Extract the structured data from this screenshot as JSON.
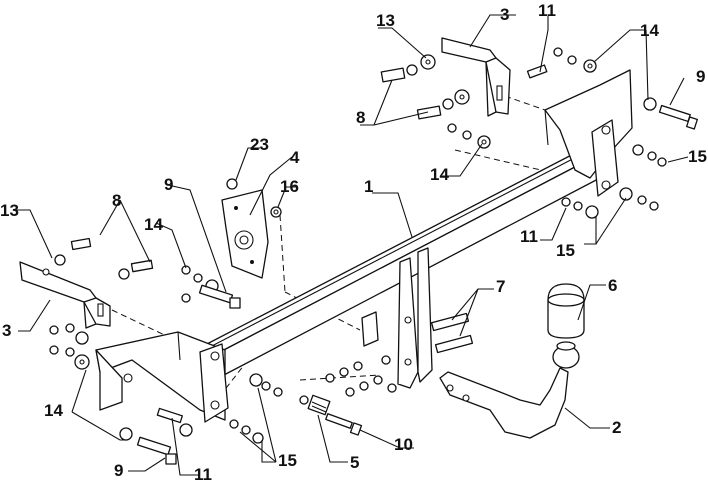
{
  "diagram": {
    "callouts": {
      "p1": "1",
      "p2": "2",
      "p3_right": "3",
      "p3_left": "3",
      "p4": "4",
      "p5": "5",
      "p6": "6",
      "p7": "7",
      "p8_right": "8",
      "p8_left": "8",
      "p9_topleft": "9",
      "p9_bottom": "9",
      "p9_right": "9",
      "p10": "10",
      "p11_top": "11",
      "p11_right": "11",
      "p11_bottom": "11",
      "p13_right": "13",
      "p13_left": "13",
      "p14_topright": "14",
      "p14_mid": "14",
      "p14_left_top": "14",
      "p14_left_bottom": "14",
      "p15_right": "15",
      "p15_right_low": "15",
      "p15_bottom": "15",
      "p16": "16",
      "p23": "23"
    }
  }
}
